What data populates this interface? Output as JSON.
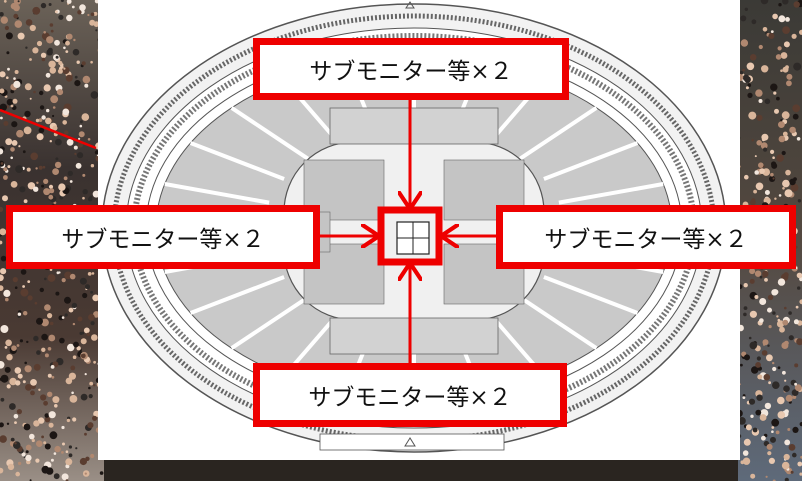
{
  "callouts": {
    "top": "サブモニター等×２",
    "left": "サブモニター等×２",
    "right": "サブモニター等×２",
    "bottom": "サブモニター等×２"
  },
  "colors": {
    "callout_border": "#ee0000",
    "arrow": "#ee0000",
    "chart_line": "#555555",
    "chart_fill": "#bdbdbd",
    "background": "#ffffff"
  },
  "photo_regions": [
    "crowd-photo-left",
    "crowd-photo-right"
  ]
}
